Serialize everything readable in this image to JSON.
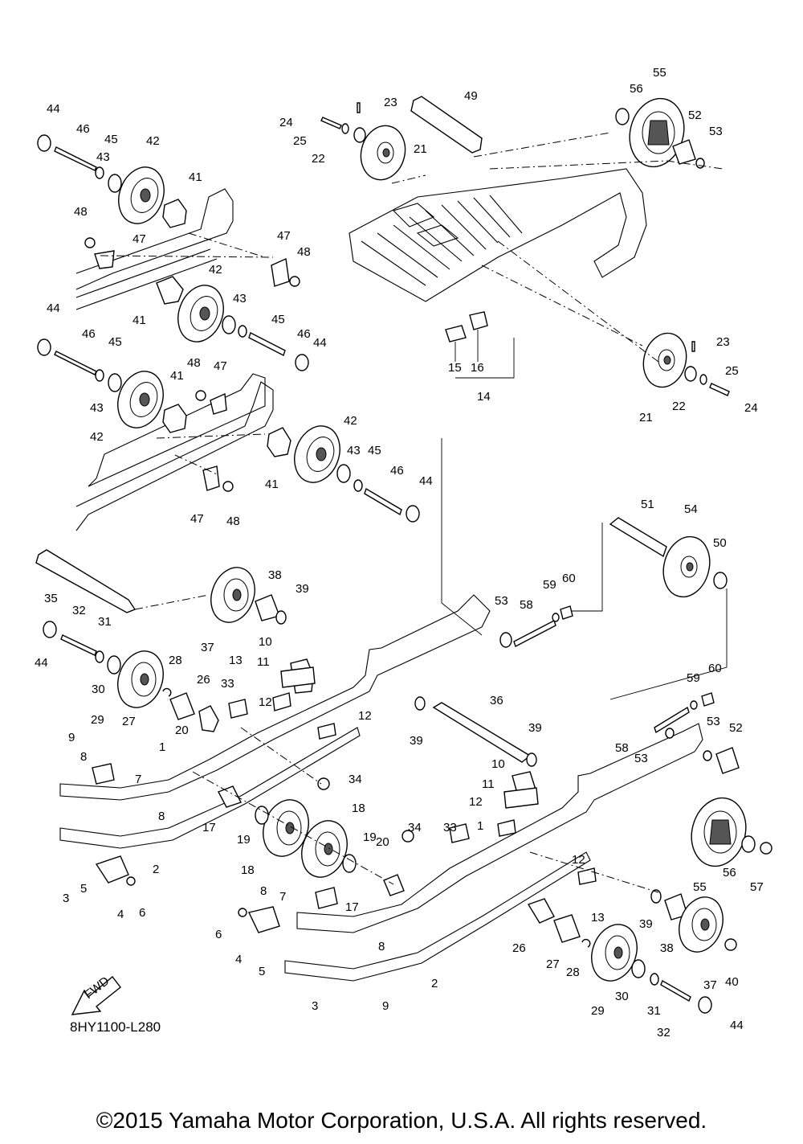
{
  "diagram": {
    "code": "8HY1100-L280",
    "copyright": "©2015 Yamaha Motor Corporation, U.S.A. All rights reserved.",
    "fwd_label": "FWD",
    "callouts": [
      {
        "id": "c44a",
        "text": "44"
      },
      {
        "id": "c46a",
        "text": "46"
      },
      {
        "id": "c45a",
        "text": "45"
      },
      {
        "id": "c43a",
        "text": "43"
      },
      {
        "id": "c42a",
        "text": "42"
      },
      {
        "id": "c41a",
        "text": "41"
      },
      {
        "id": "c48a",
        "text": "48"
      },
      {
        "id": "c47a",
        "text": "47"
      },
      {
        "id": "c47b",
        "text": "47"
      },
      {
        "id": "c48b",
        "text": "48"
      },
      {
        "id": "c42b",
        "text": "42"
      },
      {
        "id": "c41b",
        "text": "41"
      },
      {
        "id": "c43b",
        "text": "43"
      },
      {
        "id": "c45b",
        "text": "45"
      },
      {
        "id": "c46b",
        "text": "46"
      },
      {
        "id": "c44b",
        "text": "44"
      },
      {
        "id": "c44c",
        "text": "44"
      },
      {
        "id": "c46c",
        "text": "46"
      },
      {
        "id": "c45c",
        "text": "45"
      },
      {
        "id": "c48c",
        "text": "48"
      },
      {
        "id": "c47c",
        "text": "47"
      },
      {
        "id": "c41c",
        "text": "41"
      },
      {
        "id": "c43c",
        "text": "43"
      },
      {
        "id": "c42c",
        "text": "42"
      },
      {
        "id": "c42d",
        "text": "42"
      },
      {
        "id": "c43d",
        "text": "43"
      },
      {
        "id": "c45d",
        "text": "45"
      },
      {
        "id": "c46d",
        "text": "46"
      },
      {
        "id": "c44d",
        "text": "44"
      },
      {
        "id": "c41d",
        "text": "41"
      },
      {
        "id": "c47d",
        "text": "47"
      },
      {
        "id": "c48d",
        "text": "48"
      },
      {
        "id": "c23a",
        "text": "23"
      },
      {
        "id": "c24a",
        "text": "24"
      },
      {
        "id": "c25a",
        "text": "25"
      },
      {
        "id": "c22a",
        "text": "22"
      },
      {
        "id": "c21a",
        "text": "21"
      },
      {
        "id": "c49",
        "text": "49"
      },
      {
        "id": "c55a",
        "text": "55"
      },
      {
        "id": "c56a",
        "text": "56"
      },
      {
        "id": "c52a",
        "text": "52"
      },
      {
        "id": "c53a",
        "text": "53"
      },
      {
        "id": "c23b",
        "text": "23"
      },
      {
        "id": "c25b",
        "text": "25"
      },
      {
        "id": "c24b",
        "text": "24"
      },
      {
        "id": "c21b",
        "text": "21"
      },
      {
        "id": "c22b",
        "text": "22"
      },
      {
        "id": "c15",
        "text": "15"
      },
      {
        "id": "c16",
        "text": "16"
      },
      {
        "id": "c14",
        "text": "14"
      },
      {
        "id": "c51",
        "text": "51"
      },
      {
        "id": "c54",
        "text": "54"
      },
      {
        "id": "c50",
        "text": "50"
      },
      {
        "id": "c53b",
        "text": "53"
      },
      {
        "id": "c58a",
        "text": "58"
      },
      {
        "id": "c59a",
        "text": "59"
      },
      {
        "id": "c60a",
        "text": "60"
      },
      {
        "id": "c35",
        "text": "35"
      },
      {
        "id": "c38a",
        "text": "38"
      },
      {
        "id": "c39a",
        "text": "39"
      },
      {
        "id": "c37a",
        "text": "37"
      },
      {
        "id": "c32a",
        "text": "32"
      },
      {
        "id": "c31a",
        "text": "31"
      },
      {
        "id": "c44e",
        "text": "44"
      },
      {
        "id": "c30a",
        "text": "30"
      },
      {
        "id": "c29a",
        "text": "29"
      },
      {
        "id": "c28a",
        "text": "28"
      },
      {
        "id": "c27a",
        "text": "27"
      },
      {
        "id": "c26a",
        "text": "26"
      },
      {
        "id": "c10a",
        "text": "10"
      },
      {
        "id": "c11a",
        "text": "11"
      },
      {
        "id": "c13a",
        "text": "13"
      },
      {
        "id": "c33a",
        "text": "33"
      },
      {
        "id": "c12a",
        "text": "12"
      },
      {
        "id": "c12b",
        "text": "12"
      },
      {
        "id": "c20a",
        "text": "20"
      },
      {
        "id": "c34a",
        "text": "34"
      },
      {
        "id": "c9a",
        "text": "9"
      },
      {
        "id": "c8a",
        "text": "8"
      },
      {
        "id": "c7a",
        "text": "7"
      },
      {
        "id": "c1a",
        "text": "1"
      },
      {
        "id": "c8b",
        "text": "8"
      },
      {
        "id": "c17a",
        "text": "17"
      },
      {
        "id": "c2a",
        "text": "2"
      },
      {
        "id": "c3a",
        "text": "3"
      },
      {
        "id": "c5a",
        "text": "5"
      },
      {
        "id": "c4a",
        "text": "4"
      },
      {
        "id": "c6a",
        "text": "6"
      },
      {
        "id": "c19a",
        "text": "19"
      },
      {
        "id": "c18a",
        "text": "18"
      },
      {
        "id": "c18b",
        "text": "18"
      },
      {
        "id": "c19b",
        "text": "19"
      },
      {
        "id": "c20b",
        "text": "20"
      },
      {
        "id": "c17b",
        "text": "17"
      },
      {
        "id": "c36",
        "text": "36"
      },
      {
        "id": "c39b",
        "text": "39"
      },
      {
        "id": "c39c",
        "text": "39"
      },
      {
        "id": "c10b",
        "text": "10"
      },
      {
        "id": "c11b",
        "text": "11"
      },
      {
        "id": "c12c",
        "text": "12"
      },
      {
        "id": "c34b",
        "text": "34"
      },
      {
        "id": "c33b",
        "text": "33"
      },
      {
        "id": "c1b",
        "text": "1"
      },
      {
        "id": "c59b",
        "text": "59"
      },
      {
        "id": "c60b",
        "text": "60"
      },
      {
        "id": "c58b",
        "text": "58"
      },
      {
        "id": "c53c",
        "text": "53"
      },
      {
        "id": "c53d",
        "text": "53"
      },
      {
        "id": "c52b",
        "text": "52"
      },
      {
        "id": "c55b",
        "text": "55"
      },
      {
        "id": "c56b",
        "text": "56"
      },
      {
        "id": "c57",
        "text": "57"
      },
      {
        "id": "c12d",
        "text": "12"
      },
      {
        "id": "c13b",
        "text": "13"
      },
      {
        "id": "c26b",
        "text": "26"
      },
      {
        "id": "c27b",
        "text": "27"
      },
      {
        "id": "c28b",
        "text": "28"
      },
      {
        "id": "c39d",
        "text": "39"
      },
      {
        "id": "c38b",
        "text": "38"
      },
      {
        "id": "c37b",
        "text": "37"
      },
      {
        "id": "c40",
        "text": "40"
      },
      {
        "id": "c29b",
        "text": "29"
      },
      {
        "id": "c30b",
        "text": "30"
      },
      {
        "id": "c31b",
        "text": "31"
      },
      {
        "id": "c32b",
        "text": "32"
      },
      {
        "id": "c44f",
        "text": "44"
      },
      {
        "id": "c8c",
        "text": "8"
      },
      {
        "id": "c7b",
        "text": "7"
      },
      {
        "id": "c6b",
        "text": "6"
      },
      {
        "id": "c4b",
        "text": "4"
      },
      {
        "id": "c5b",
        "text": "5"
      },
      {
        "id": "c8d",
        "text": "8"
      },
      {
        "id": "c2b",
        "text": "2"
      },
      {
        "id": "c3b",
        "text": "3"
      },
      {
        "id": "c9b",
        "text": "9"
      }
    ]
  }
}
